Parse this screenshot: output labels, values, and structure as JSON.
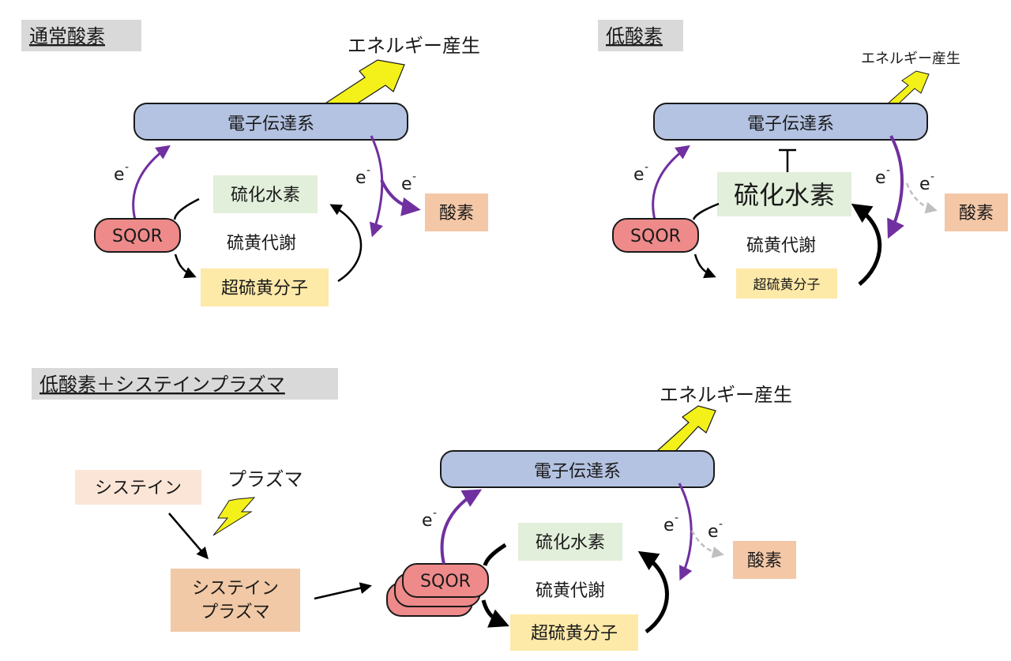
{
  "panels": {
    "normal": {
      "title": "通常酸素",
      "energy": "エネルギー産生",
      "etc": "電子伝達系",
      "h2s": "硫化水素",
      "sqor": "SQOR",
      "metabolism": "硫黄代謝",
      "supersulfide": "超硫黄分子",
      "oxygen": "酸素",
      "electron": "e"
    },
    "hypoxia": {
      "title": "低酸素",
      "energy": "エネルギー産生",
      "etc": "電子伝達系",
      "inhibit": "⊤",
      "h2s": "硫化水素",
      "sqor": "SQOR",
      "metabolism": "硫黄代謝",
      "supersulfide": "超硫黄分子",
      "oxygen": "酸素",
      "electron": "e"
    },
    "plasma": {
      "title": "低酸素＋システインプラズマ",
      "energy": "エネルギー産生",
      "etc": "電子伝達系",
      "cysteine": "システイン",
      "plasma_word": "プラズマ",
      "cysteine_plasma_line1": "システイン",
      "cysteine_plasma_line2": "プラズマ",
      "h2s": "硫化水素",
      "sqor": "SQOR",
      "metabolism": "硫黄代謝",
      "supersulfide": "超硫黄分子",
      "oxygen": "酸素",
      "electron": "e"
    }
  },
  "colors": {
    "etc_fill": "#b4c3e2",
    "sqor_fill": "#ee8a8a",
    "h2s_fill": "#e2efda",
    "supersulfide_fill": "#fde9a8",
    "oxygen_fill": "#f4c7a6",
    "cysteine_fill": "#fbe5d6",
    "cysteine_plasma_fill": "#f1c9a6",
    "title_bg": "#d9d9d9",
    "electron_arrow": "#7030a0",
    "lightning": "#f4f11a",
    "dashed_gray": "#bfbfbf"
  },
  "icons": {
    "energy": "lightning-arrow-icon",
    "plasma": "lightning-bolt-icon"
  }
}
